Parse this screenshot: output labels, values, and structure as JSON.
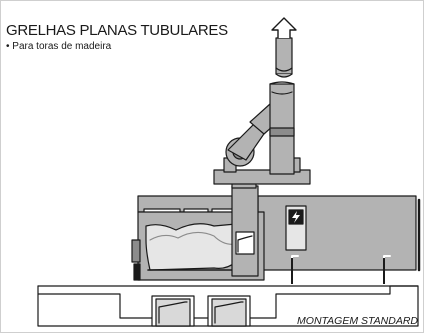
{
  "header": {
    "title": "GRELHAS PLANAS TUBULARES",
    "subtitle": "• Para toras de madeira"
  },
  "diagram": {
    "caption": "MONTAGEM STANDARD",
    "icons": [
      "arrow-up-icon",
      "lightning-icon"
    ],
    "colors": {
      "metal": "#b3b3b3",
      "metal_dark": "#8c8c8c",
      "outline": "#1a1a1a",
      "panel_light": "#e6e6e6",
      "background": "#ffffff"
    }
  }
}
